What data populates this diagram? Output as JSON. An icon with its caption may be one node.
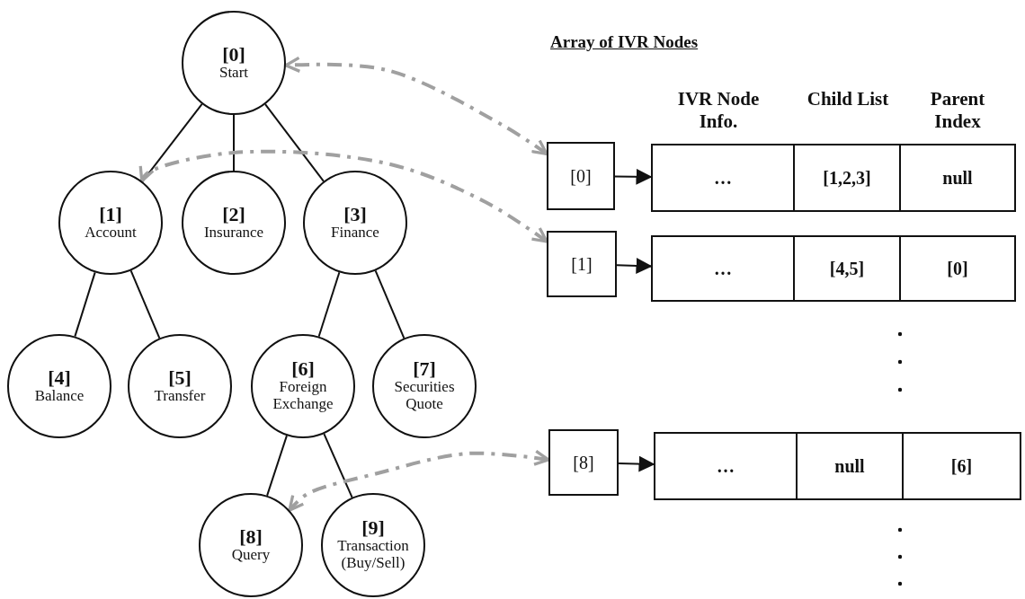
{
  "diagram": {
    "title": "Array of IVR Nodes",
    "nodes": [
      {
        "text": [
          "[0]",
          "Start"
        ]
      },
      {
        "text": [
          "[1]",
          "Account"
        ]
      },
      {
        "text": [
          "[2]",
          "Insurance"
        ]
      },
      {
        "text": [
          "[3]",
          "Finance"
        ]
      },
      {
        "text": [
          "[4]",
          "Balance"
        ]
      },
      {
        "text": [
          "[5]",
          "Transfer"
        ]
      },
      {
        "text": [
          "[6]",
          "Foreign Exchange"
        ]
      },
      {
        "text": [
          "[7]",
          "Securities Quote"
        ]
      },
      {
        "text": [
          "[8]",
          "Query"
        ]
      },
      {
        "text": [
          "[9]",
          "Transaction (Buy/Sell)"
        ]
      },
      {
        "text": [
          "[0]"
        ]
      },
      {
        "text": [
          "…"
        ]
      },
      {
        "text": [
          "[1,2,3]"
        ]
      },
      {
        "text": [
          "null"
        ]
      },
      {
        "text": [
          "[1]"
        ]
      },
      {
        "text": [
          "…"
        ]
      },
      {
        "text": [
          "[4,5]"
        ]
      },
      {
        "text": [
          "[0]"
        ]
      },
      {
        "text": [
          "[8]"
        ]
      },
      {
        "text": [
          "…"
        ]
      },
      {
        "text": [
          "null"
        ]
      },
      {
        "text": [
          "[6]"
        ]
      }
    ],
    "edges": [
      {
        "from": 0,
        "to": 1,
        "arrow": "none"
      },
      {
        "from": 0,
        "to": 2,
        "arrow": "none"
      },
      {
        "from": 0,
        "to": 3,
        "arrow": "none"
      },
      {
        "from": 1,
        "to": 4,
        "arrow": "none"
      },
      {
        "from": 1,
        "to": 5,
        "arrow": "none"
      },
      {
        "from": 3,
        "to": 6,
        "arrow": "none"
      },
      {
        "from": 3,
        "to": 7,
        "arrow": "none"
      },
      {
        "from": 6,
        "to": 8,
        "arrow": "none"
      },
      {
        "from": 6,
        "to": 9,
        "arrow": "none"
      },
      {
        "from": 10,
        "to": 0,
        "arrow": "both",
        "style": "dashed",
        "color": "#a0a0a0"
      },
      {
        "from": 14,
        "to": 1,
        "arrow": "both",
        "style": "dashed",
        "color": "#a0a0a0"
      },
      {
        "from": 18,
        "to": 8,
        "arrow": "both",
        "style": "dashed",
        "color": "#a0a0a0"
      },
      {
        "from": 10,
        "to": 11,
        "arrow": "to"
      },
      {
        "from": 14,
        "to": 15,
        "arrow": "to"
      },
      {
        "from": 18,
        "to": 19,
        "arrow": "to"
      }
    ],
    "labels": [
      "IVR Node Info.",
      "Child List",
      "Parent Index"
    ]
  }
}
